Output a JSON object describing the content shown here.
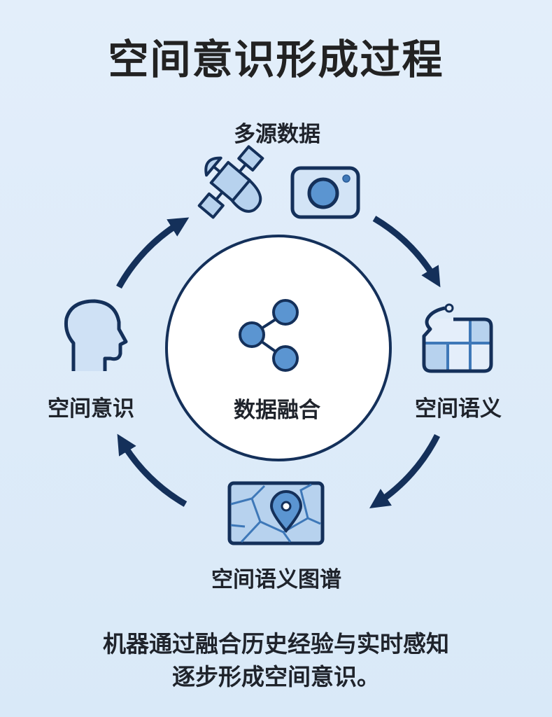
{
  "title": "空间意识形成过程",
  "center": {
    "label": "数据融合",
    "icon": "share-icon"
  },
  "nodes": [
    {
      "label": "多源数据",
      "icons": [
        "satellite-icon",
        "camera-icon"
      ]
    },
    {
      "label": "空间语义",
      "icon": "grid-map-icon"
    },
    {
      "label": "空间语义图谱",
      "icon": "map-pin-icon"
    },
    {
      "label": "空间意识",
      "icon": "head-icon"
    }
  ],
  "caption": {
    "line1": "机器通过融合历史经验与实时感知",
    "line2": "逐步形成空间意识。"
  },
  "colors": {
    "navy": "#14305a",
    "fill": "#5b95d1",
    "light": "#b7d2ee",
    "bg": "#dcebf9"
  }
}
